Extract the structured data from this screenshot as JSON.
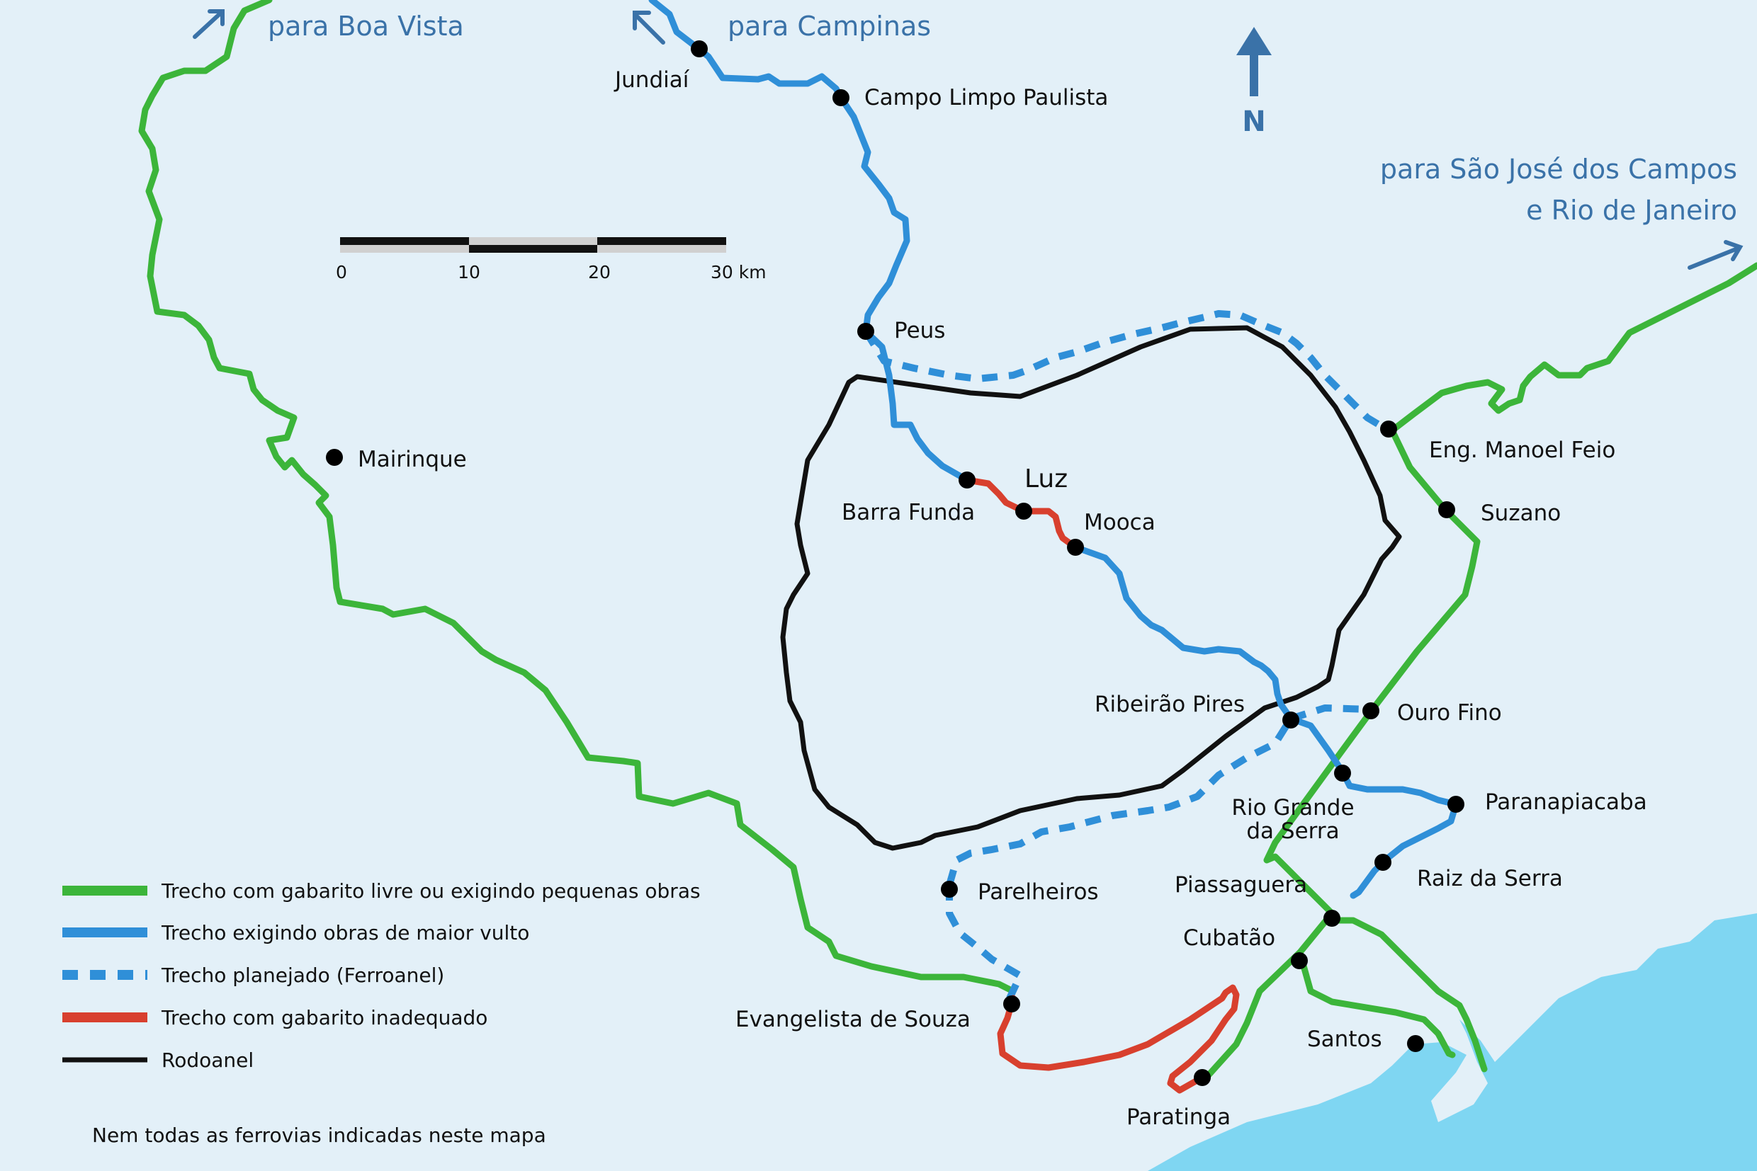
{
  "directions": {
    "boa_vista": "para Boa Vista",
    "campinas": "para Campinas",
    "sjc_line1": "para São José dos Campos",
    "sjc_line2": "e Rio de Janeiro"
  },
  "north_label": "N",
  "scale": {
    "ticks": [
      "0",
      "10",
      "20",
      "30 km"
    ]
  },
  "stations": {
    "jundiai": "Jundiaí",
    "campo_limpo": "Campo Limpo Paulista",
    "peus": "Peus",
    "mairinque": "Mairinque",
    "luz": "Luz",
    "barra_funda": "Barra Funda",
    "mooca": "Mooca",
    "eng_manoel_feio": "Eng. Manoel Feio",
    "suzano": "Suzano",
    "ribeirao_pires": "Ribeirão Pires",
    "ouro_fino": "Ouro Fino",
    "rio_grande_l1": "Rio Grande",
    "rio_grande_l2": "da Serra",
    "paranapiacaba": "Paranapiacaba",
    "raiz_da_serra": "Raiz da Serra",
    "piassaguera": "Piassaguera",
    "cubatao": "Cubatão",
    "parelheiros": "Parelheiros",
    "evangelista": "Evangelista de Souza",
    "santos": "Santos",
    "paratinga": "Paratinga"
  },
  "legend": [
    {
      "label": "Trecho com gabarito livre ou exigindo pequenas obras",
      "color": "#3cb53a",
      "style": "solid"
    },
    {
      "label": "Trecho exigindo obras de maior vulto",
      "color": "#2f8fd8",
      "style": "solid"
    },
    {
      "label": "Trecho planejado (Ferroanel)",
      "color": "#2f8fd8",
      "style": "dashed"
    },
    {
      "label": "Trecho com gabarito inadequado",
      "color": "#d8402e",
      "style": "solid"
    },
    {
      "label": "Rodoanel",
      "color": "#111111",
      "style": "solid"
    }
  ],
  "footnote": "Nem todas as ferrovias indicadas neste mapa",
  "colors": {
    "background": "#e3f0f8",
    "sea": "#7fd6f2",
    "green": "#3cb53a",
    "blue": "#2f8fd8",
    "red": "#d8402e",
    "black": "#111111",
    "direction_text": "#3a72a8"
  }
}
